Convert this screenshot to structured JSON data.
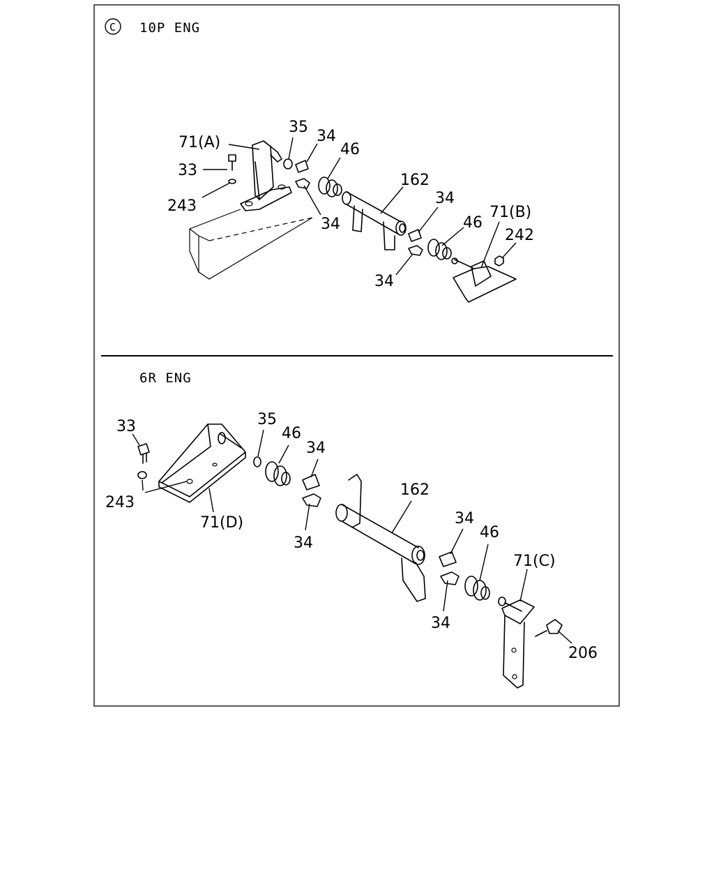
{
  "sections": [
    {
      "symbol": "C",
      "title": "10P ENG",
      "labels": {
        "bracket_a": "71(A)",
        "bolt": "33",
        "washer": "243",
        "snap_ring": "35",
        "bushing_upper": "34",
        "bushing_lower": "34",
        "grommet": "46",
        "shaft": "162",
        "bushing_right_upper": "34",
        "grommet_right": "46",
        "bracket_b": "71(B)",
        "nut": "242",
        "bushing_right_lower": "34"
      }
    },
    {
      "title": "6R ENG",
      "labels": {
        "bolt": "33",
        "washer": "243",
        "bracket_d": "71(D)",
        "snap_ring": "35",
        "grommet": "46",
        "bushing_upper": "34",
        "bushing_lower": "34",
        "shaft": "162",
        "bushing_right_upper": "34",
        "grommet_right": "46",
        "bracket_c": "71(C)",
        "bushing_right_lower": "34",
        "bolt_c": "206"
      }
    }
  ]
}
